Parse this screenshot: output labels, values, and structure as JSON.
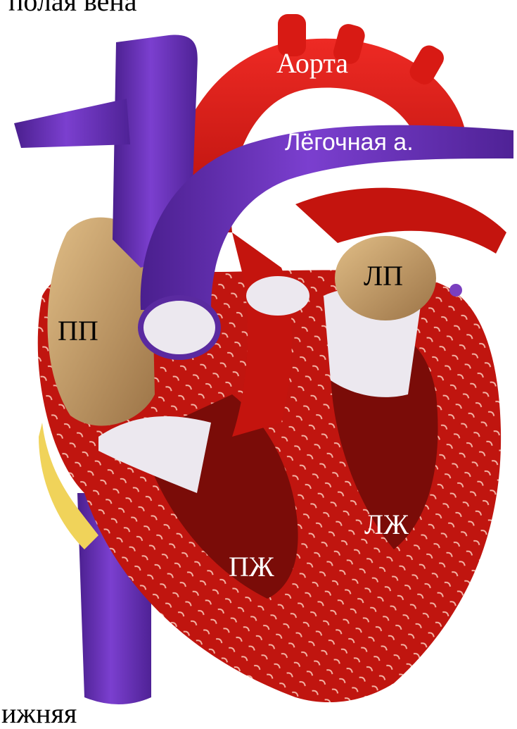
{
  "diagram": {
    "labels": {
      "superior_vena_cava": "полая вена",
      "aorta": "Аорта",
      "pulmonary_artery": "Лёгочная а.",
      "right_atrium": "ПП",
      "left_atrium": "ЛП",
      "right_ventricle": "ПЖ",
      "left_ventricle": "ЛЖ",
      "inferior_vena_cava": "ижняя"
    },
    "colors": {
      "vein": "#6a2fb4",
      "artery": "#d81a14",
      "myocardium": "#b3120c",
      "atrium_wall": "#c9a36e",
      "valve": "#ece8ef",
      "fat": "#f0d35a"
    }
  }
}
